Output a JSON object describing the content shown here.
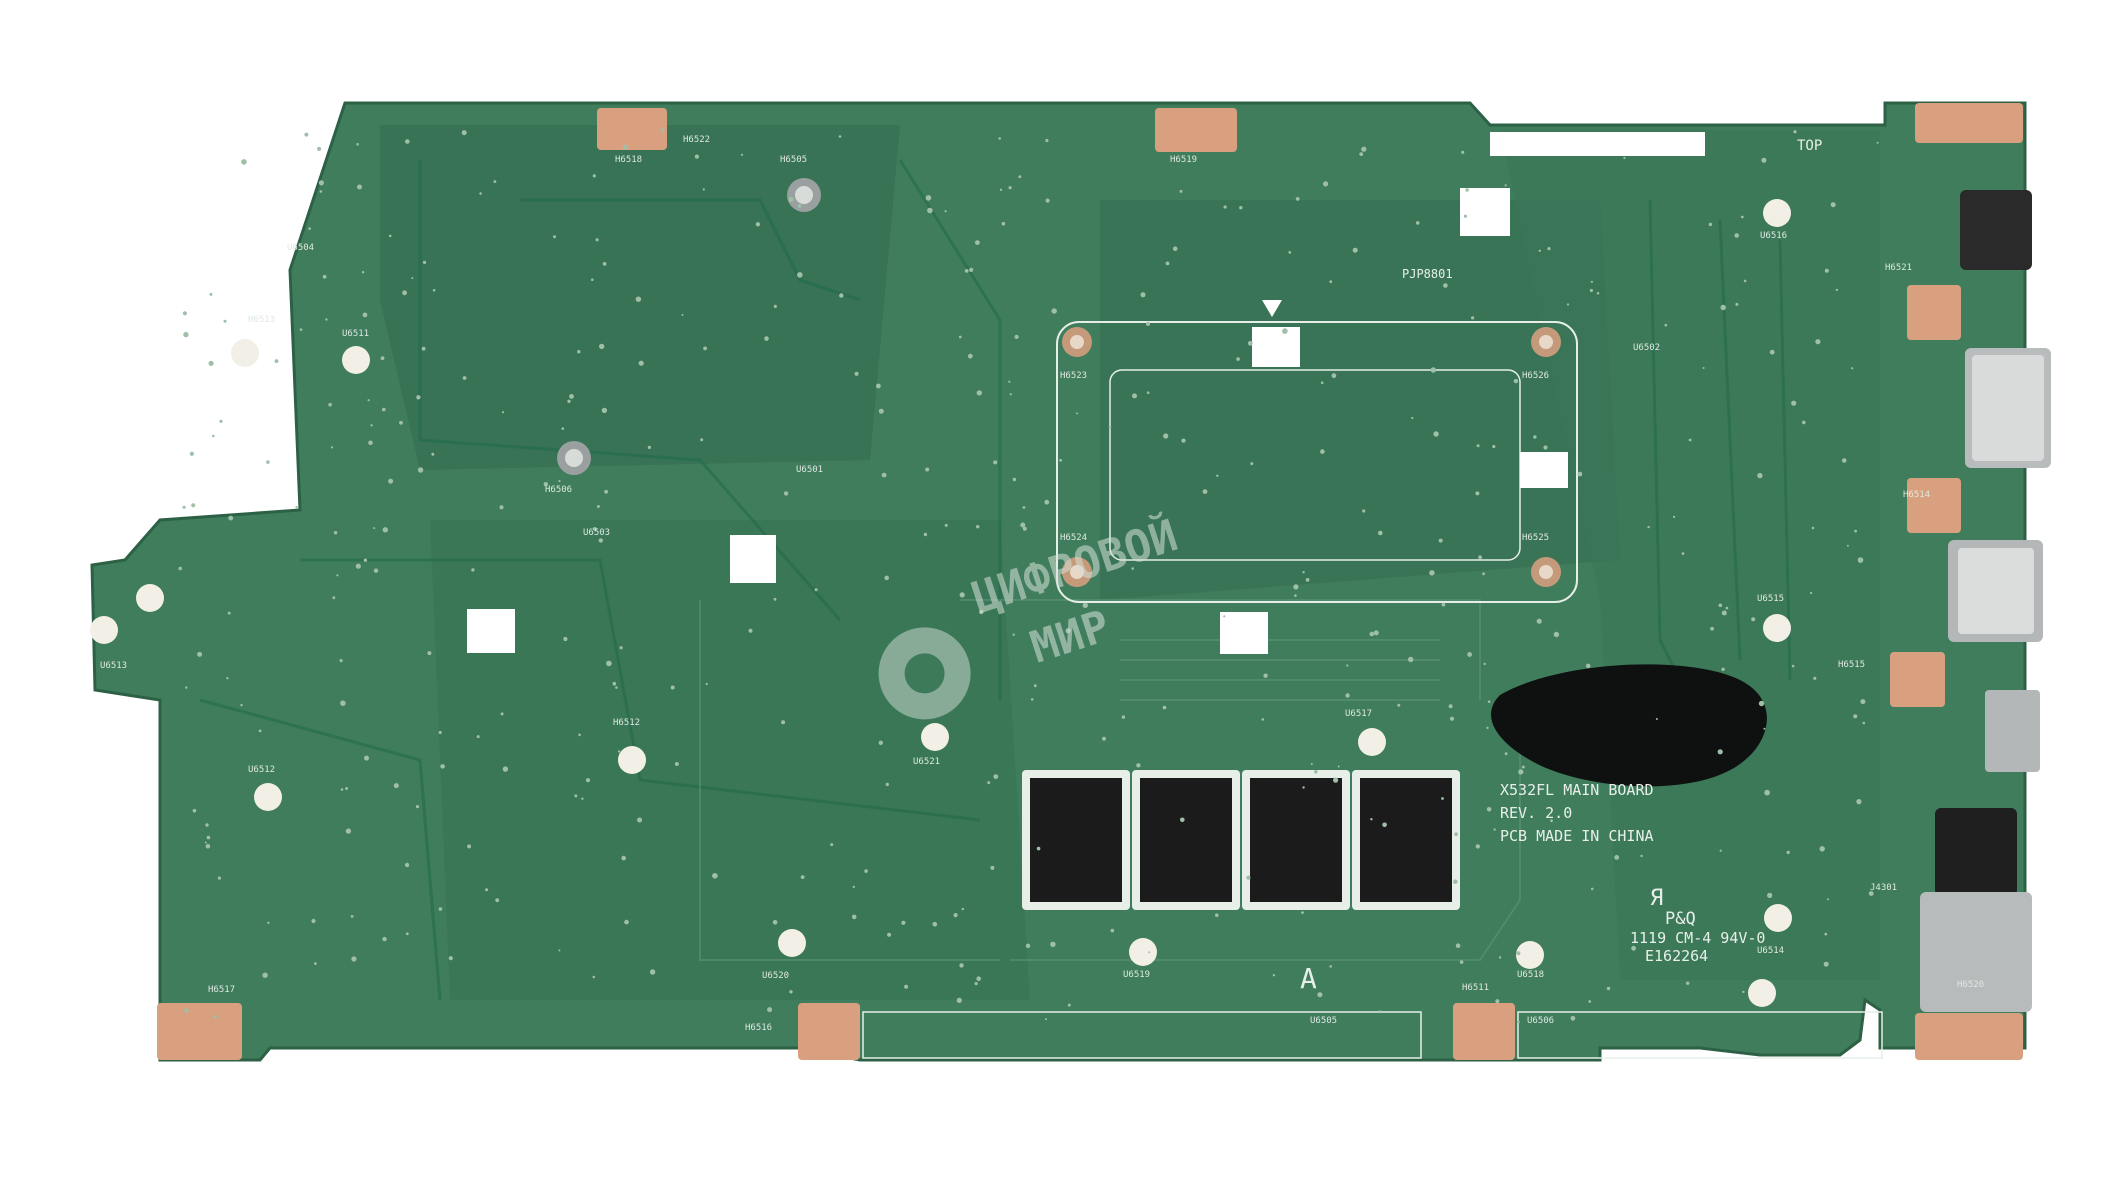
{
  "board": {
    "model_text": "X532FL MAIN BOARD",
    "rev_text": "REV. 2.0",
    "made_text": "PCB MADE IN CHINA",
    "top_text": "TOP",
    "pq_text": "P&Q",
    "cert_line": "1119 CM-4 94V-0",
    "cert_number": "E162264",
    "letter_a": "A",
    "pjp_label": "PJP8801",
    "ul_mark": "Я"
  },
  "watermark": {
    "line1": "ЦИФРОВОЙ",
    "line2": "МИР"
  },
  "mounting_labels": [
    "H6518",
    "H6519",
    "H6522",
    "H6513",
    "H6512",
    "H6517",
    "H6516",
    "H6511",
    "H6520",
    "H6521",
    "H6514",
    "H6515",
    "H6523",
    "H6524",
    "H6525",
    "H6526",
    "H6505",
    "H6506"
  ],
  "component_labels": [
    "U6504",
    "U6511",
    "U6513",
    "U6512",
    "U6520",
    "U6521",
    "U6519",
    "U6517",
    "U6518",
    "U6514",
    "U6515",
    "U6516",
    "U6502",
    "U6501",
    "U6503",
    "U6505",
    "U6506",
    "J4301"
  ],
  "colors": {
    "pcb_green": "#3f7d5c",
    "pcb_dark": "#2e6a4a",
    "silk": "#e8efe9",
    "copper_pad": "#d9a07f",
    "marker_black": "#0c0c0c"
  }
}
